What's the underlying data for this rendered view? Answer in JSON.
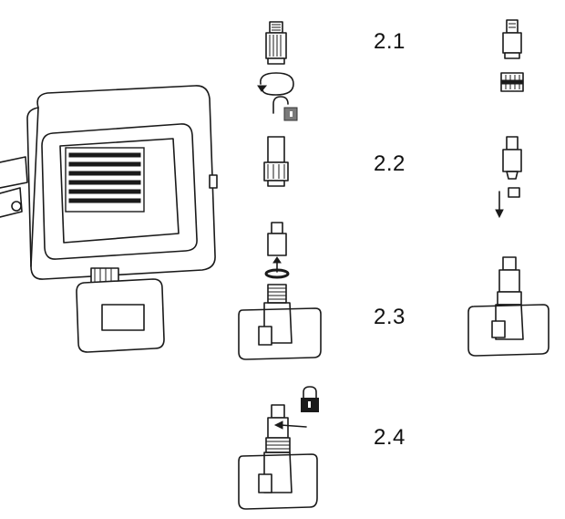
{
  "steps": {
    "s21": "2.1",
    "s22": "2.2",
    "s23": "2.3",
    "s24": "2.4"
  },
  "icons": {
    "rotate": "rotate-arrow-icon",
    "unlocked": "unlocked-padlock-icon",
    "locked": "locked-padlock-icon",
    "down_arrow": "down-arrow-icon",
    "insert_arrow": "left-arrow-icon"
  }
}
